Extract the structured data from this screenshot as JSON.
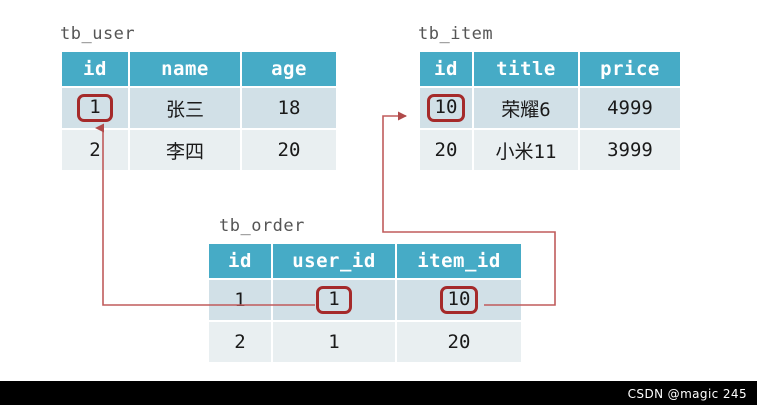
{
  "diagram": {
    "title": "Database table relationship diagram",
    "accent_header_color": "#46abc6",
    "row_color_a": "#d1e0e7",
    "row_color_b": "#e9eff1",
    "highlight_color": "#a52a2a",
    "connector_color": "#c05b5b",
    "caption_color": "#555555"
  },
  "tables": {
    "tb_user": {
      "caption": "tb_user",
      "columns": [
        "id",
        "name",
        "age"
      ],
      "rows": [
        [
          "1",
          "张三",
          "18"
        ],
        [
          "2",
          "李四",
          "20"
        ]
      ]
    },
    "tb_item": {
      "caption": "tb_item",
      "columns": [
        "id",
        "title",
        "price"
      ],
      "rows": [
        [
          "10",
          "荣耀6",
          "4999"
        ],
        [
          "20",
          "小米11",
          "3999"
        ]
      ]
    },
    "tb_order": {
      "caption": "tb_order",
      "columns": [
        "id",
        "user_id",
        "item_id"
      ],
      "rows": [
        [
          "1",
          "1",
          "10"
        ],
        [
          "2",
          "1",
          "20"
        ]
      ]
    }
  },
  "highlights": [
    {
      "table": "tb_user",
      "row": 0,
      "col": 0,
      "value": "1"
    },
    {
      "table": "tb_item",
      "row": 0,
      "col": 0,
      "value": "10"
    },
    {
      "table": "tb_order",
      "row": 0,
      "col": 1,
      "value": "1"
    },
    {
      "table": "tb_order",
      "row": 0,
      "col": 2,
      "value": "10"
    }
  ],
  "relations": [
    {
      "from": "tb_order.user_id",
      "to": "tb_user.id",
      "label": ""
    },
    {
      "from": "tb_order.item_id",
      "to": "tb_item.id",
      "label": ""
    }
  ],
  "footer": {
    "watermark": "CSDN @magic 245"
  }
}
